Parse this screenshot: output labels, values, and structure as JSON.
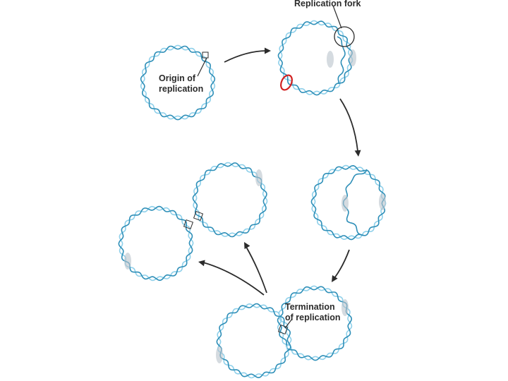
{
  "labels": {
    "replication_fork": "Replication fork",
    "origin_line1": "Origin of",
    "origin_line2": "replication",
    "termination_line1": "Termination",
    "termination_line2": "of replication"
  },
  "colors": {
    "strand_dark": "#2e8fb8",
    "strand_light": "#8fd0ea",
    "highlight": "#b9c3cc",
    "arrow": "#2b2b2b",
    "origin_marker": "#d11f1f",
    "text": "#2b2b2b"
  }
}
